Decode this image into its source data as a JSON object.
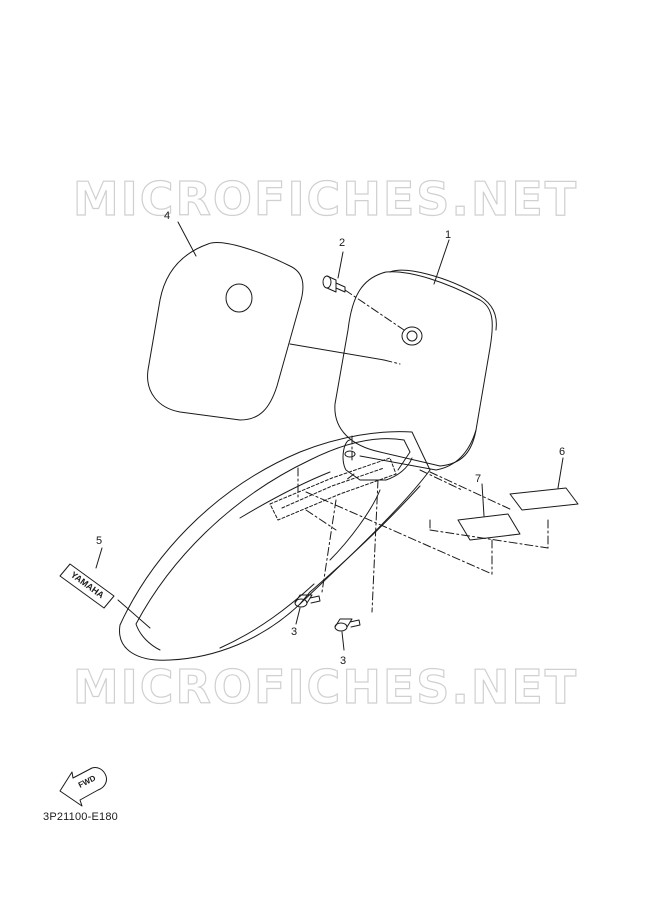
{
  "watermark": "MICROFICHES.NET",
  "callouts": [
    "1",
    "2",
    "3",
    "3",
    "4",
    "5",
    "6",
    "7"
  ],
  "decal_text": "YAMAHA",
  "fwd_label": "FWD",
  "diagram_code": "3P21100-E180"
}
